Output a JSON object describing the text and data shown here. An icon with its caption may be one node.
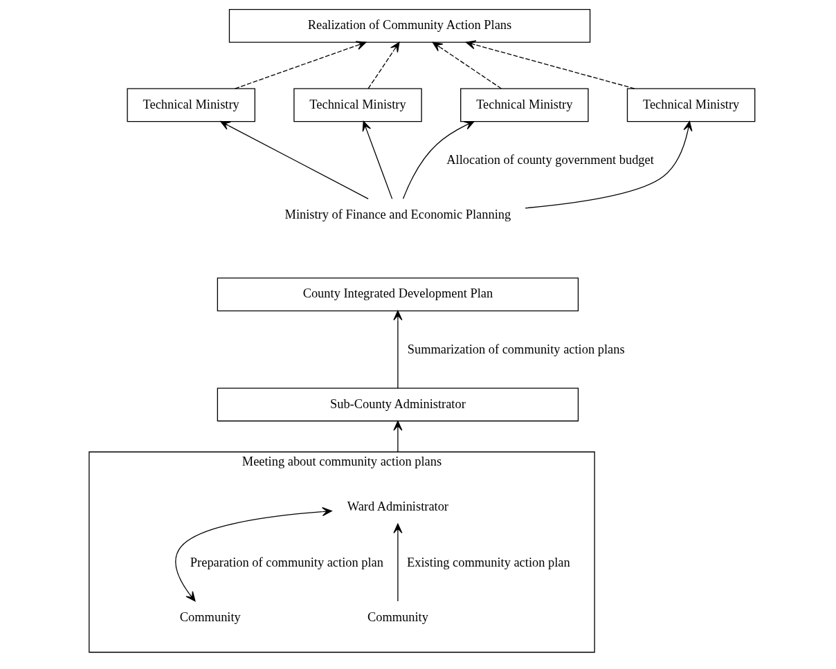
{
  "diagram": {
    "nodes": [
      {
        "text": [
          "Realization of Community Action Plans"
        ]
      },
      {
        "text": [
          "Technical Ministry"
        ]
      },
      {
        "text": [
          "Technical Ministry"
        ]
      },
      {
        "text": [
          "Technical Ministry"
        ]
      },
      {
        "text": [
          "Technical Ministry"
        ]
      },
      {
        "text": [
          "Ministry of Finance and Economic Planning"
        ]
      },
      {
        "text": [
          "County Integrated Development Plan"
        ]
      },
      {
        "text": [
          "Sub-County Administrator"
        ]
      },
      {
        "text": [
          "Meeting about community action plans"
        ]
      },
      {
        "text": [
          "Ward Administrator"
        ],
        "in": 8
      },
      {
        "text": [
          "Community"
        ],
        "in": 8
      },
      {
        "text": [
          "Community"
        ],
        "in": 8
      }
    ],
    "edges": [
      {
        "from": 1,
        "to": 0,
        "arrow": "to",
        "style": "dashed"
      },
      {
        "from": 2,
        "to": 0,
        "arrow": "to",
        "style": "dashed"
      },
      {
        "from": 3,
        "to": 0,
        "arrow": "to",
        "style": "dashed"
      },
      {
        "from": 4,
        "to": 0,
        "arrow": "to",
        "style": "dashed"
      },
      {
        "from": 5,
        "to": 1,
        "arrow": "to"
      },
      {
        "from": 5,
        "to": 2,
        "arrow": "to"
      },
      {
        "from": 5,
        "to": 3,
        "arrow": "to",
        "label": "Allocation of county government budget"
      },
      {
        "from": 5,
        "to": 4,
        "arrow": "to"
      },
      {
        "from": 7,
        "to": 6,
        "arrow": "to",
        "label": "Summarization of community action plans"
      },
      {
        "from": 8,
        "to": 7,
        "arrow": "to"
      },
      {
        "from": 10,
        "to": 9,
        "arrow": "to",
        "label": "Existing community action plan"
      },
      {
        "from": 9,
        "to": 11,
        "arrow": "both",
        "label": "Preparation of community action plan"
      }
    ]
  }
}
